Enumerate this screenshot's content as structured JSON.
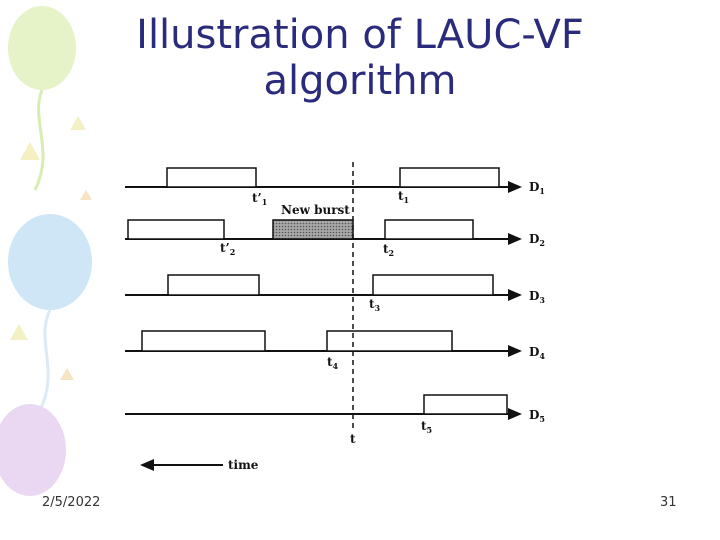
{
  "slide": {
    "title_line1": "Illustration of LAUC-VF",
    "title_line2": "algorithm",
    "date": "2/5/2022",
    "page_number": "31"
  },
  "diagram": {
    "channels": [
      {
        "name": "D",
        "sub": "1"
      },
      {
        "name": "D",
        "sub": "2"
      },
      {
        "name": "D",
        "sub": "3"
      },
      {
        "name": "D",
        "sub": "4"
      },
      {
        "name": "D",
        "sub": "5"
      }
    ],
    "time_marks": {
      "t1_prime": {
        "name": "t’",
        "sub": "1"
      },
      "t2_prime": {
        "name": "t’",
        "sub": "2"
      },
      "t1": {
        "name": "t",
        "sub": "1"
      },
      "t2": {
        "name": "t",
        "sub": "2"
      },
      "t3": {
        "name": "t",
        "sub": "3"
      },
      "t4": {
        "name": "t",
        "sub": "4"
      },
      "t5": {
        "name": "t",
        "sub": "5"
      },
      "t": "t"
    },
    "new_burst_label": "New burst",
    "time_axis_label": "time",
    "colors": {
      "ink": "#111111",
      "new_burst_fill": "#8a8a8a",
      "title": "#2b2b7c"
    }
  }
}
